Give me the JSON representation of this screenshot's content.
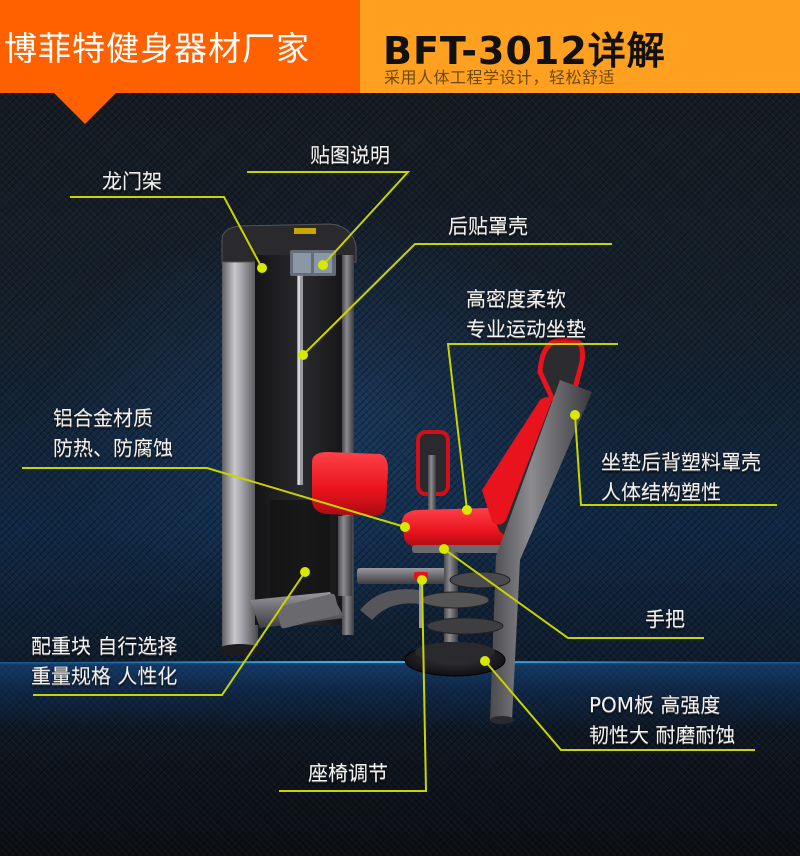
{
  "header": {
    "brand_title": "博菲特健身器材厂家",
    "model_title": "BFT-3012详解",
    "subtitle": "采用人体工程学设计，轻松舒适",
    "colors": {
      "brand_bg": "#ff6100",
      "model_bg": "#ffa020",
      "model_text": "#111111",
      "subtitle_text": "#6b4a12"
    }
  },
  "callouts": [
    {
      "id": "gantry",
      "lines": [
        "龙门架"
      ]
    },
    {
      "id": "decal",
      "lines": [
        "贴图说明"
      ]
    },
    {
      "id": "rear-cover",
      "lines": [
        "后贴罩壳"
      ]
    },
    {
      "id": "seat-cushion",
      "lines": [
        "高密度柔软",
        "专业运动坐垫"
      ]
    },
    {
      "id": "alloy",
      "lines": [
        "铝合金材质",
        "防热、防腐蚀"
      ]
    },
    {
      "id": "back-cover",
      "lines": [
        "坐垫后背塑料罩壳",
        "人体结构塑性"
      ]
    },
    {
      "id": "handle",
      "lines": [
        "手把"
      ]
    },
    {
      "id": "weight-stack",
      "lines": [
        "配重块 自行选择",
        "重量规格  人性化"
      ]
    },
    {
      "id": "pom-plate",
      "lines": [
        "POM板 高强度",
        "韧性大 耐磨耐蚀"
      ]
    },
    {
      "id": "seat-adjust",
      "lines": [
        "座椅调节"
      ]
    }
  ],
  "theme": {
    "leader_line_color": "#c8d400",
    "marker_color": "#d8e800",
    "label_color": "#f2f2f2",
    "pad_red": "#e8131c"
  }
}
